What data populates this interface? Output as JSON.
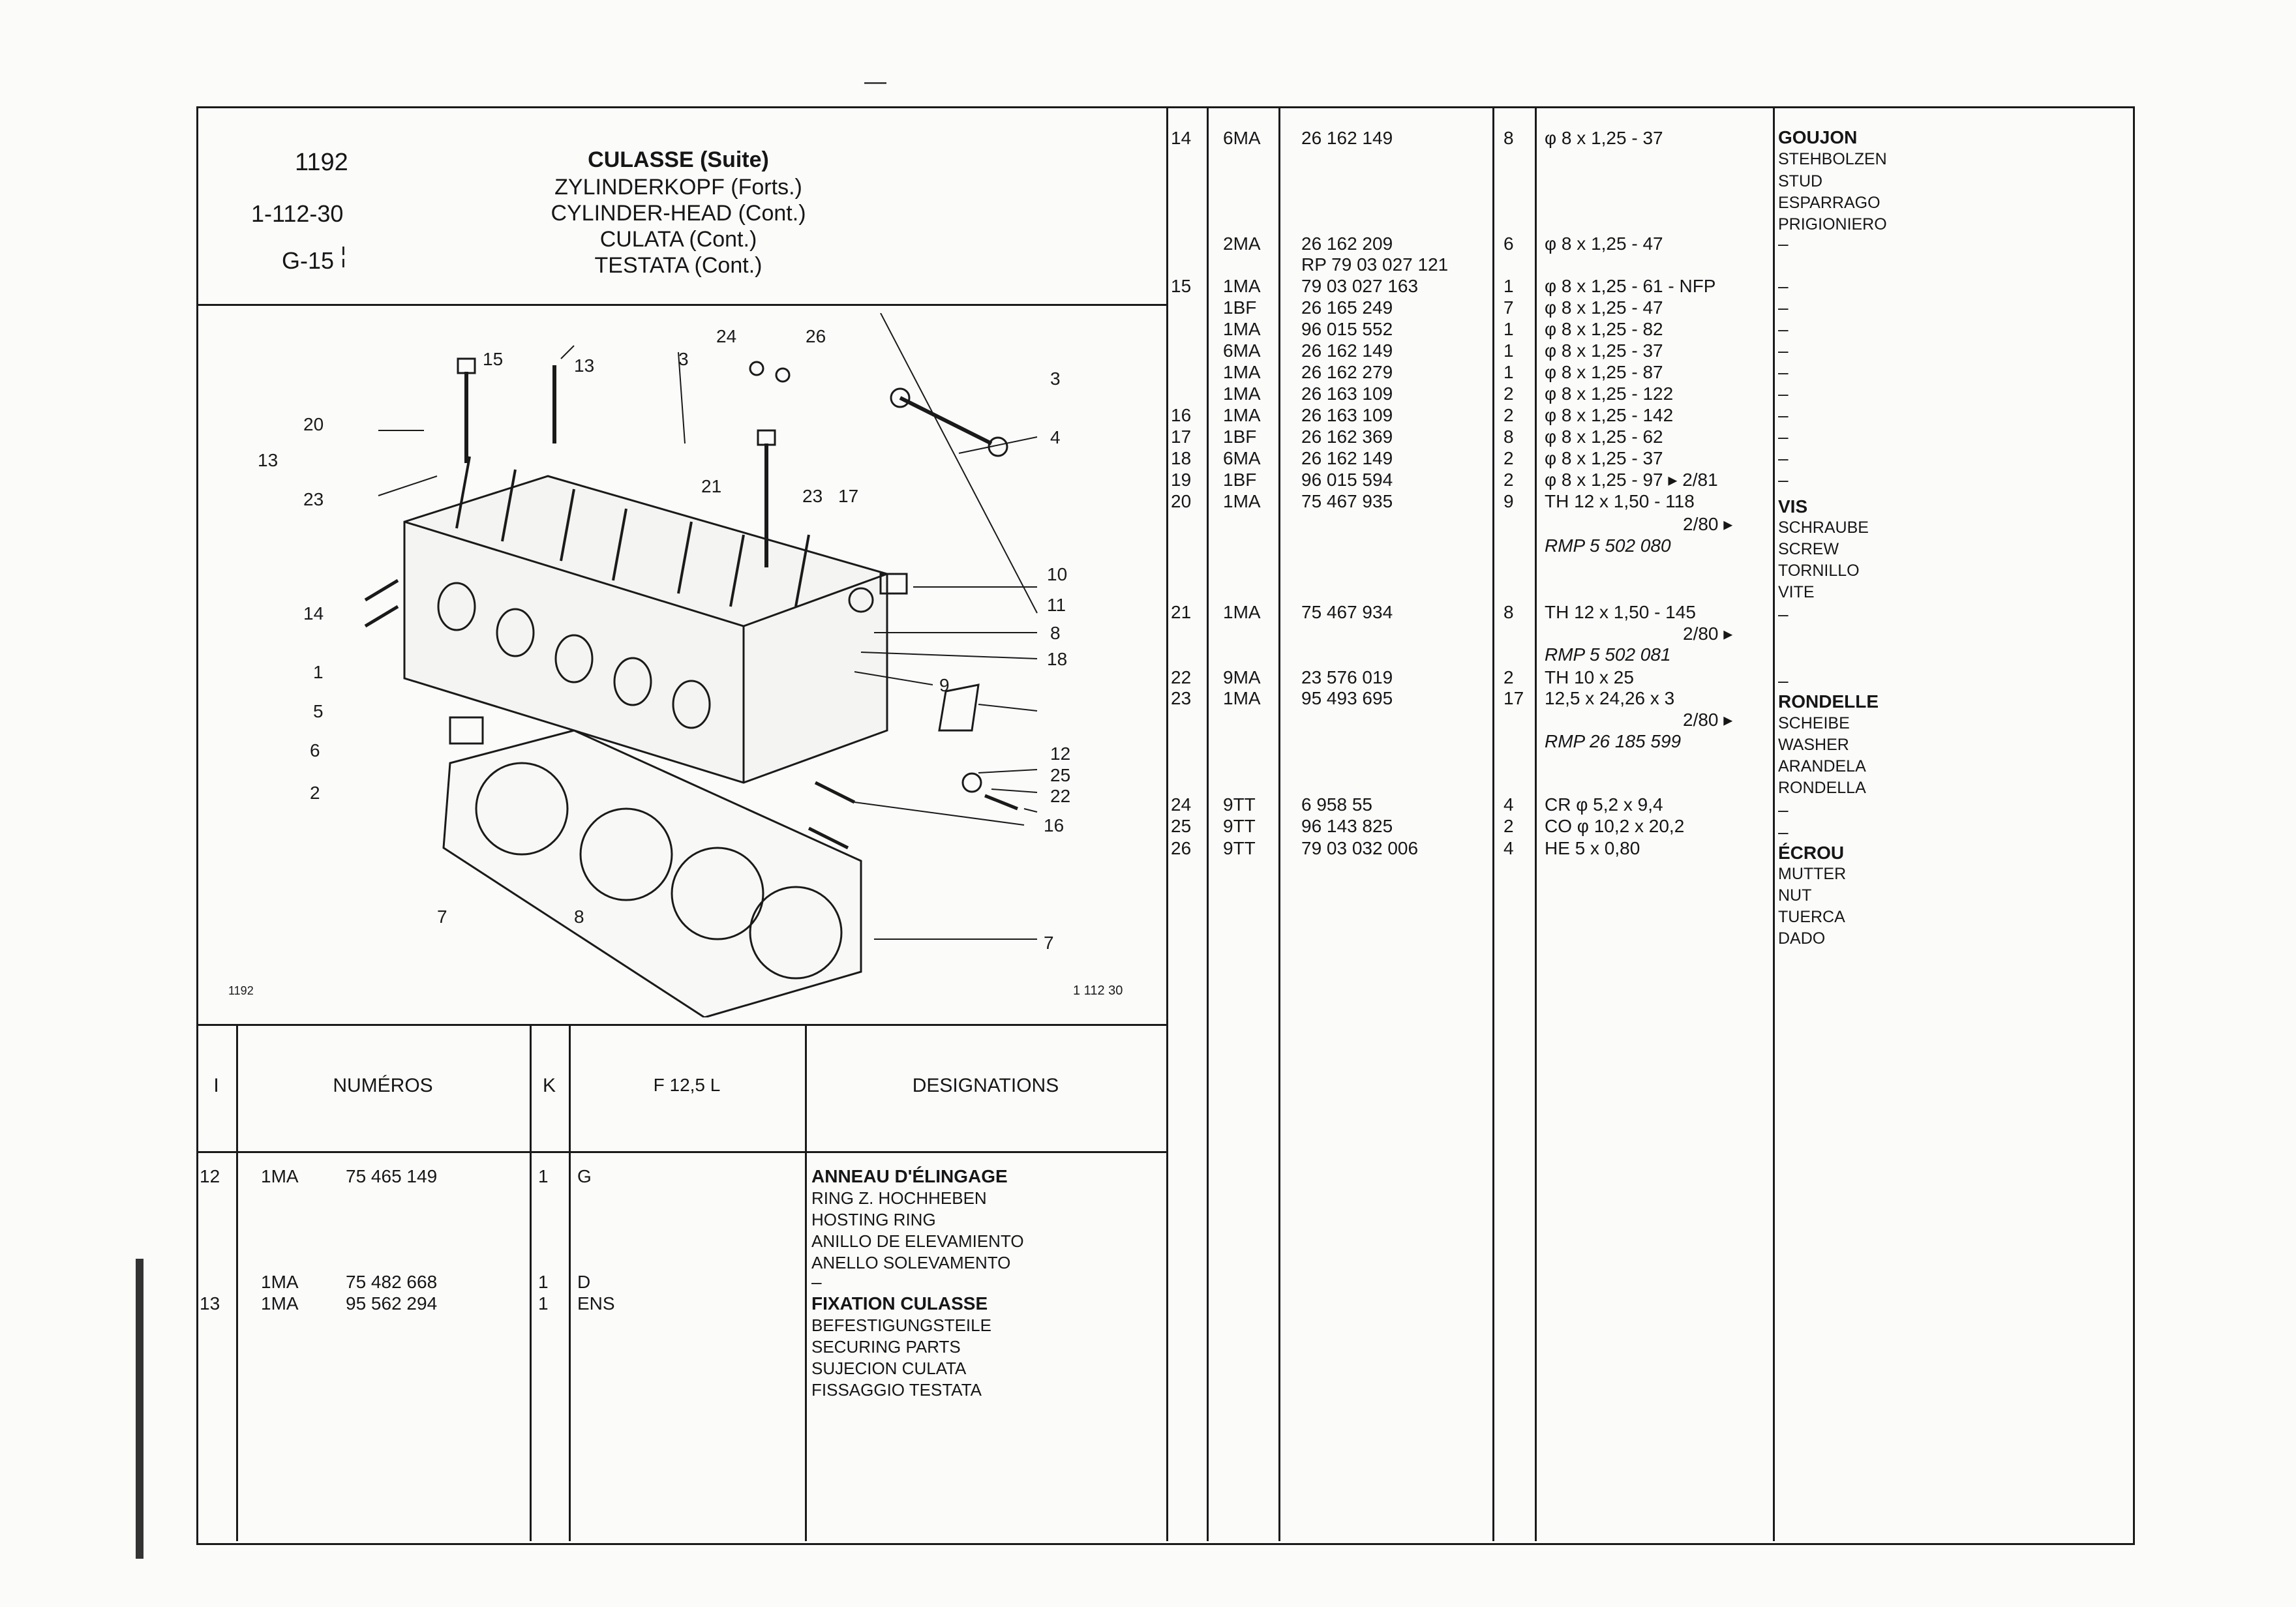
{
  "header": {
    "page_number": "1192",
    "reference": "1-112-30",
    "group": "G-15",
    "titles": [
      "CULASSE (Suite)",
      "ZYLINDERKOPF (Forts.)",
      "CYLINDER-HEAD (Cont.)",
      "CULATA (Cont.)",
      "TESTATA (Cont.)"
    ]
  },
  "drawing": {
    "corner_left": "1192",
    "corner_right": "1 112 30",
    "callouts": [
      "24",
      "26",
      "15",
      "13",
      "3",
      "3",
      "20",
      "13",
      "23",
      "4",
      "21",
      "23",
      "17",
      "10",
      "14",
      "11",
      "8",
      "18",
      "1",
      "9",
      "5",
      "12",
      "6",
      "25",
      "22",
      "2",
      "16",
      "7",
      "8",
      "7"
    ]
  },
  "lower_table": {
    "headers": {
      "index": "I",
      "numbers": "NUMÉROS",
      "k": "K",
      "f125": "F 12,5 L",
      "designations": "DESIGNATIONS"
    },
    "rows": [
      {
        "index": "12",
        "code": "1MA",
        "number": "75 465 149",
        "k": "1",
        "extra": "G",
        "designations": [
          "ANNEAU D'ÉLINGAGE",
          "RING Z. HOCHHEBEN",
          "HOSTING RING",
          "ANILLO DE ELEVAMIENTO",
          "ANELLO SOLEVAMENTO"
        ]
      },
      {
        "index": "",
        "code": "1MA",
        "number": "75 482 668",
        "k": "1",
        "extra": "D",
        "designations": [
          "–"
        ]
      },
      {
        "index": "13",
        "code": "1MA",
        "number": "95 562 294",
        "k": "1",
        "extra": "ENS",
        "designations": [
          "FIXATION CULASSE",
          "BEFESTIGUNGSTEILE",
          "SECURING PARTS",
          "SUJECION CULATA",
          "FISSAGGIO TESTATA"
        ]
      }
    ]
  },
  "right_table": {
    "rows": [
      {
        "index": "14",
        "code": "6MA",
        "number": "26 162 149",
        "k": "8",
        "spec": "φ 8 x 1,25 - 37"
      },
      {
        "index": "",
        "code": "2MA",
        "number": "26 162 209",
        "k": "6",
        "spec": "φ 8 x 1,25 - 47"
      },
      {
        "index": "",
        "code": "",
        "number": "RP 79 03 027 121",
        "k": "",
        "spec": ""
      },
      {
        "index": "15",
        "code": "1MA",
        "number": "79 03 027 163",
        "k": "1",
        "spec": "φ 8 x 1,25 - 61 - NFP"
      },
      {
        "index": "",
        "code": "1BF",
        "number": "26 165 249",
        "k": "7",
        "spec": "φ 8 x 1,25 - 47"
      },
      {
        "index": "",
        "code": "1MA",
        "number": "96 015 552",
        "k": "1",
        "spec": "φ 8 x 1,25 - 82"
      },
      {
        "index": "",
        "code": "6MA",
        "number": "26 162 149",
        "k": "1",
        "spec": "φ 8 x 1,25 - 37"
      },
      {
        "index": "",
        "code": "1MA",
        "number": "26 162 279",
        "k": "1",
        "spec": "φ 8 x 1,25 - 87"
      },
      {
        "index": "",
        "code": "1MA",
        "number": "26 163 109",
        "k": "2",
        "spec": "φ 8 x 1,25 - 122"
      },
      {
        "index": "16",
        "code": "1MA",
        "number": "26 163 109",
        "k": "2",
        "spec": "φ 8 x 1,25 - 142"
      },
      {
        "index": "17",
        "code": "1BF",
        "number": "26 162 369",
        "k": "8",
        "spec": "φ 8 x 1,25 - 62"
      },
      {
        "index": "18",
        "code": "6MA",
        "number": "26 162 149",
        "k": "2",
        "spec": "φ 8 x 1,25 - 37"
      },
      {
        "index": "19",
        "code": "1BF",
        "number": "96 015 594",
        "k": "2",
        "spec": "φ 8 x 1,25 - 97 ▸ 2/81"
      },
      {
        "index": "20",
        "code": "1MA",
        "number": "75 467 935",
        "k": "9",
        "spec": "TH 12 x 1,50 - 118"
      },
      {
        "index": "",
        "code": "",
        "number": "",
        "k": "",
        "spec": "2/80 ▸"
      },
      {
        "index": "",
        "code": "",
        "number": "",
        "k": "",
        "spec": "RMP 5 502 080"
      },
      {
        "index": "21",
        "code": "1MA",
        "number": "75 467 934",
        "k": "8",
        "spec": "TH 12 x 1,50 - 145"
      },
      {
        "index": "",
        "code": "",
        "number": "",
        "k": "",
        "spec": "2/80 ▸"
      },
      {
        "index": "",
        "code": "",
        "number": "",
        "k": "",
        "spec": "RMP 5 502 081"
      },
      {
        "index": "22",
        "code": "9MA",
        "number": "23 576 019",
        "k": "2",
        "spec": "TH 10 x 25"
      },
      {
        "index": "23",
        "code": "1MA",
        "number": "95 493 695",
        "k": "17",
        "spec": "12,5 x 24,26 x 3"
      },
      {
        "index": "",
        "code": "",
        "number": "",
        "k": "",
        "spec": "2/80 ▸"
      },
      {
        "index": "",
        "code": "",
        "number": "",
        "k": "",
        "spec": "RMP 26 185 599"
      },
      {
        "index": "24",
        "code": "9TT",
        "number": "6 958 55",
        "k": "4",
        "spec": "CR φ 5,2 x 9,4"
      },
      {
        "index": "25",
        "code": "9TT",
        "number": "96 143 825",
        "k": "2",
        "spec": "CO φ 10,2 x 20,2"
      },
      {
        "index": "26",
        "code": "9TT",
        "number": "79 03 032 006",
        "k": "4",
        "spec": "HE 5 x 0,80"
      }
    ],
    "designations": {
      "gojon": [
        "GOUJON",
        "STEHBOLZEN",
        "STUD",
        "ESPARRAGO",
        "PRIGIONIERO"
      ],
      "dashes_top": [
        "–",
        "–",
        "–",
        "–",
        "–",
        "–",
        "–",
        "–",
        "–",
        "–",
        "–"
      ],
      "vis": [
        "VIS",
        "SCHRAUBE",
        "SCREW",
        "TORNILLO",
        "VITE"
      ],
      "dash_21": "–",
      "dash_22": "–",
      "rondelle": [
        "RONDELLE",
        "SCHEIBE",
        "WASHER",
        "ARANDELA",
        "RONDELLA"
      ],
      "dash_24": "–",
      "dash_25": "–",
      "ecrou": [
        "ÉCROU",
        "MUTTER",
        "NUT",
        "TUERCA",
        "DADO"
      ]
    }
  }
}
